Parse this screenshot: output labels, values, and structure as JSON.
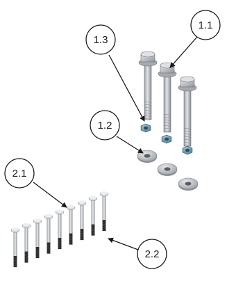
{
  "callouts": {
    "c11": "1.1",
    "c12": "1.2",
    "c13": "1.3",
    "c21": "2.1",
    "c22": "2.2"
  },
  "parts": {
    "large_bolts": 3,
    "nuts": 3,
    "washers": 3,
    "small_screws": 9
  },
  "colors": {
    "steel_light": "#c9ccd0",
    "steel_dark": "#7d8187",
    "nut_blue": "#5f8fa3",
    "screw_tip": "#2a2a2a",
    "line": "#1a1a1a"
  }
}
